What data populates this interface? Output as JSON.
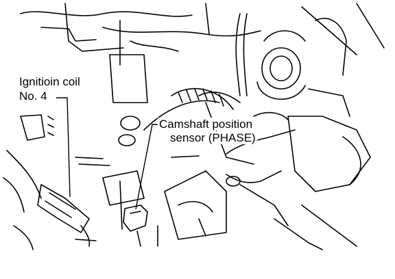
{
  "labels": {
    "ignition_coil_line1": "Ignitioin coil",
    "ignition_coil_line2": "No. 4",
    "camshaft_sensor_line1": "Camshaft position",
    "camshaft_sensor_line2": "sensor (PHASE)"
  },
  "colors": {
    "ink": "#000000",
    "paper": "#ffffff"
  }
}
